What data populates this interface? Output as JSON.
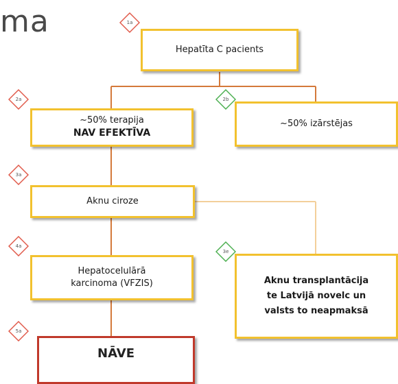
{
  "title": "ma",
  "nodes": {
    "n1": {
      "badge": "1a",
      "text": "Hepatīta C pacients"
    },
    "n2a": {
      "badge": "2a",
      "line1": "~50% terapija",
      "line2": "NAV EFEKTĪVA"
    },
    "n2b": {
      "badge": "2b",
      "text": "~50% izārstējas"
    },
    "n3": {
      "badge": "3a",
      "text": "Aknu ciroze"
    },
    "n3e": {
      "badge": "3e",
      "line1": "Aknu transplantācija",
      "line2": "te Latvijā novelc un",
      "line3": "valsts to neapmaksā"
    },
    "n4": {
      "badge": "4a",
      "line1": "Hepatocelulārā",
      "line2": "karcinoma (VFZIS)"
    },
    "n5": {
      "badge": "5a",
      "text": "NĀVE"
    }
  },
  "colors": {
    "box_border": "#f2c12e",
    "death_border": "#c0392b",
    "connector": "#d4793a",
    "connector_light": "#f3cf9a",
    "badge_red": "#e05a4a",
    "badge_green": "#4caf50"
  }
}
